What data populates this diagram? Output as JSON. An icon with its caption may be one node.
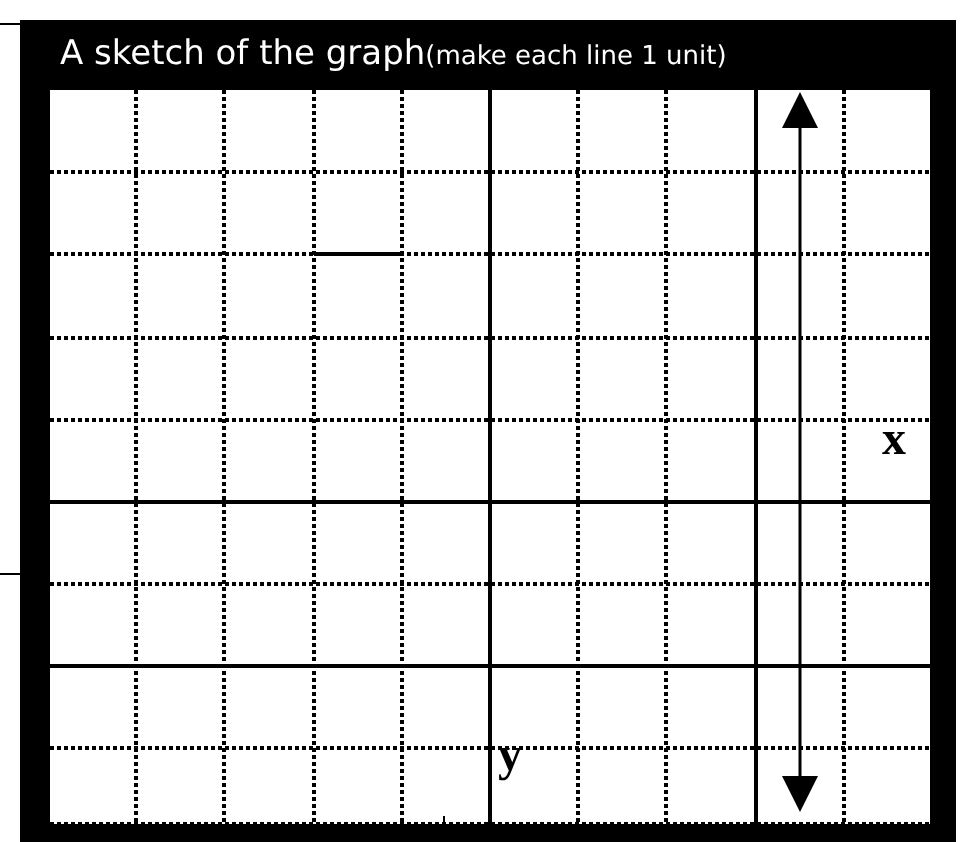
{
  "diagram": {
    "title": "A sketch of the graph(make each line 1 unit)",
    "labels": [
      "x",
      "y"
    ]
  }
}
